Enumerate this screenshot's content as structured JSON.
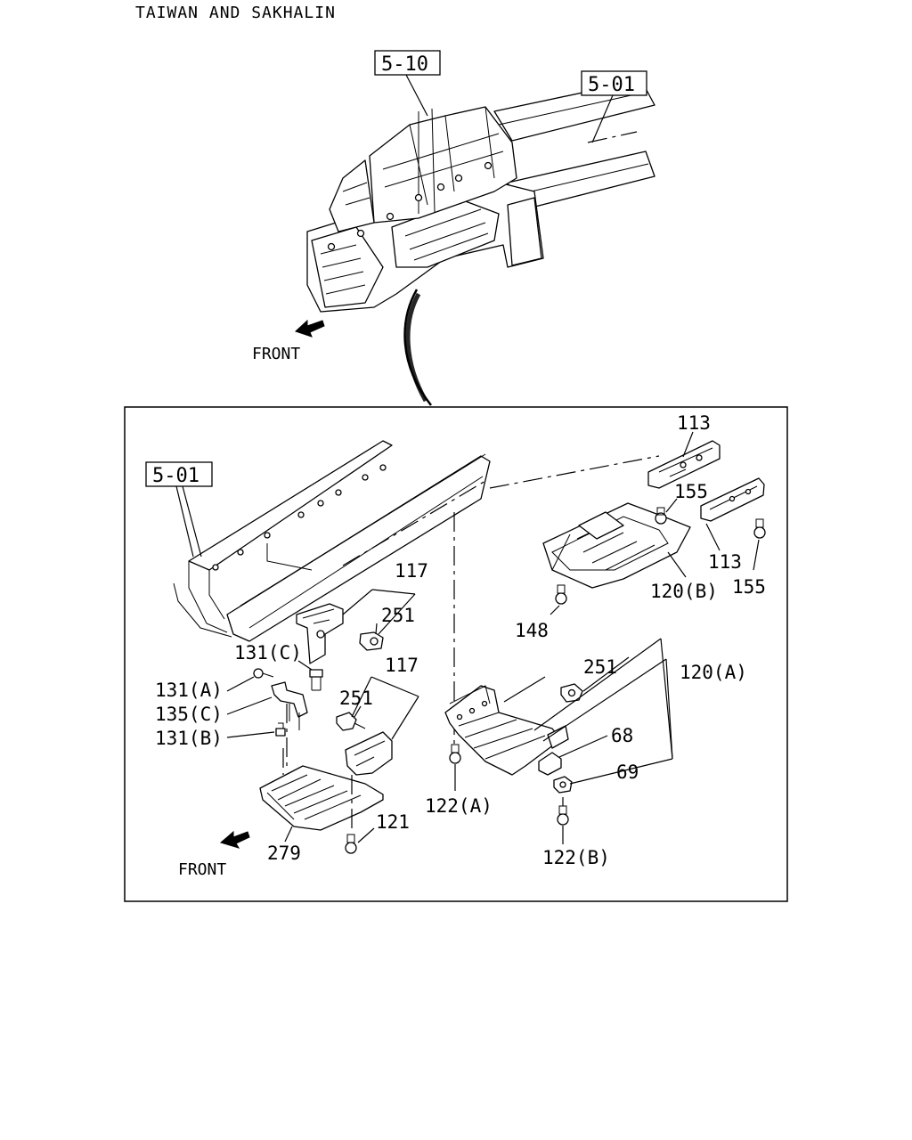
{
  "header": {
    "title": "TAIWAN AND SAKHALIN"
  },
  "refs": {
    "ref_510": "5-10",
    "ref_501_top": "5-01",
    "ref_501_box": "5-01"
  },
  "front_labels": {
    "top": "FRONT",
    "bottom": "FRONT"
  },
  "callouts": {
    "p113a": "113",
    "p155a": "155",
    "p113b": "113",
    "p155b": "155",
    "p120b": "120(B)",
    "p148": "148",
    "p117a": "117",
    "p251a": "251",
    "p131c": "131(C)",
    "p131a": "131(A)",
    "p135c": "135(C)",
    "p131b": "131(B)",
    "p117b": "117",
    "p251b": "251",
    "p251c": "251",
    "p120a": "120(A)",
    "p68": "68",
    "p69": "69",
    "p122a": "122(A)",
    "p122b": "122(B)",
    "p121": "121",
    "p279": "279"
  }
}
